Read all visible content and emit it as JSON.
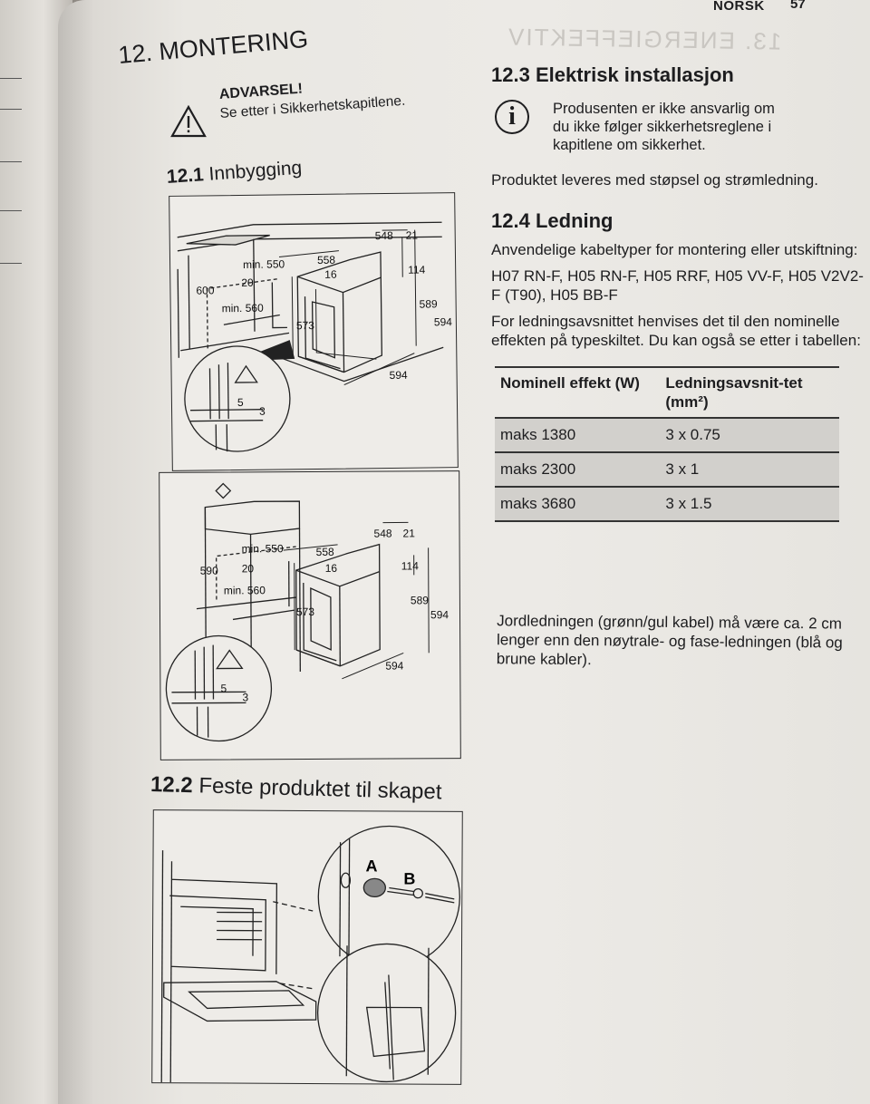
{
  "header": {
    "language": "NORSK",
    "page_number": "57",
    "ghost_text": "13. ENERGIEFFEKTIV"
  },
  "section12": {
    "title": "12. MONTERING"
  },
  "warning": {
    "title": "ADVARSEL!",
    "text": "Se etter i Sikkerhetskapitlene.",
    "icon": "warning-triangle-icon"
  },
  "s121": {
    "num": "12.1",
    "title": "Innbygging"
  },
  "s122": {
    "num": "12.2",
    "title": "Feste produktet til skapet"
  },
  "fig1": {
    "labels": [
      "min. 550",
      "20",
      "600",
      "min. 560",
      "558",
      "16",
      "548",
      "21",
      "114",
      "573",
      "589",
      "594",
      "594",
      "5",
      "3"
    ]
  },
  "fig2": {
    "labels": [
      "min. 550",
      "20",
      "590",
      "min. 560",
      "558",
      "16",
      "548",
      "21",
      "114",
      "573",
      "589",
      "594",
      "594",
      "5",
      "3"
    ]
  },
  "fig3": {
    "labels": [
      "A",
      "B"
    ]
  },
  "s123": {
    "num": "12.3",
    "title": "Elektrisk installasjon",
    "info_text": "Produsenten er ikke ansvarlig om du ikke følger sikkerhetsreglene i kapitlene om sikkerhet.",
    "info_icon": "info-icon",
    "info_glyph": "i",
    "p1": "Produktet leveres med støpsel og strømledning."
  },
  "s124": {
    "num": "12.4",
    "title": "Ledning",
    "p1": "Anvendelige kabeltyper for montering eller utskiftning:",
    "p2": "H07 RN-F, H05 RN-F, H05 RRF, H05 VV-F, H05 V2V2-F (T90), H05 BB-F",
    "p3": "For ledningsavsnittet henvises det til den nominelle effekten på typeskiltet. Du kan også se etter i tabellen:",
    "table": {
      "headers": [
        "Nominell effekt (W)",
        "Ledningsavsnit-tet (mm²)"
      ],
      "rows": [
        [
          "maks 1380",
          "3 x 0.75"
        ],
        [
          "maks 2300",
          "3 x 1"
        ],
        [
          "maks 3680",
          "3 x 1.5"
        ]
      ]
    },
    "p4": "Jordledningen (grønn/gul kabel) må være ca. 2 cm lenger enn den nøytrale- og fase-ledningen (blå og brune kabler)."
  }
}
